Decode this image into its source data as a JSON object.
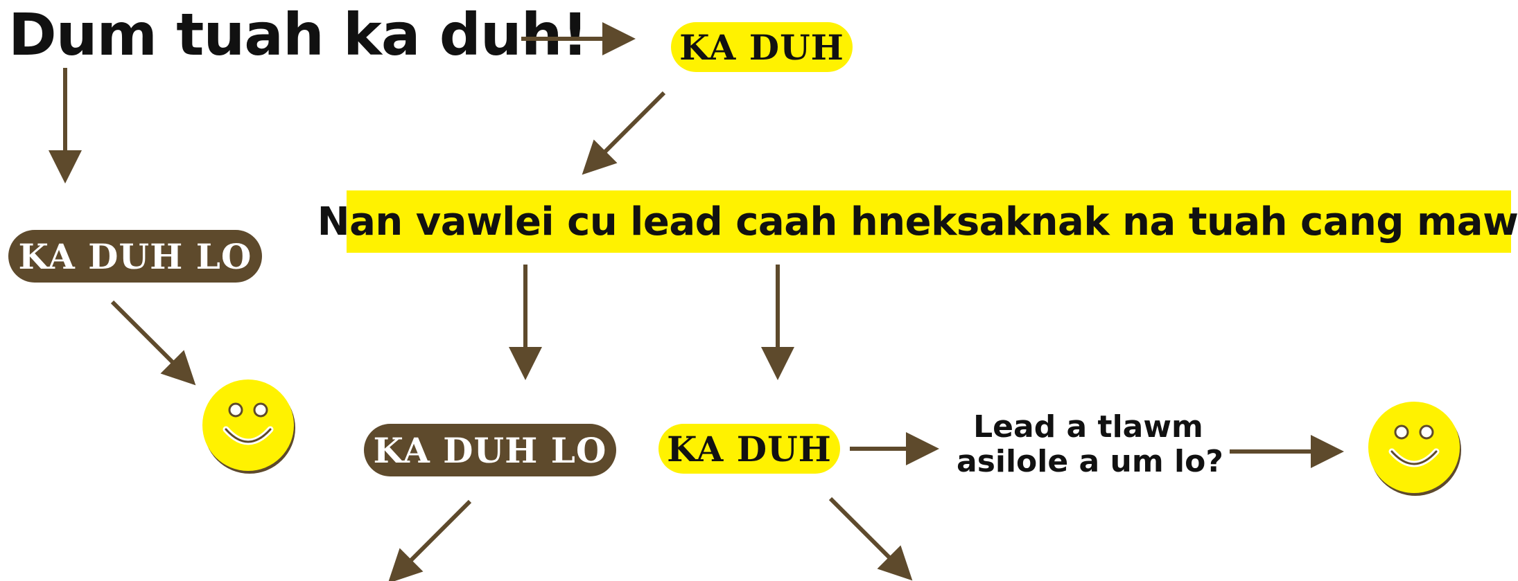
{
  "title": "Dum tuah ka duh!",
  "question": "Nan vawlei cu lead caah hneksaknak na tuah cang maw?",
  "side_question": {
    "line1": "Lead a tlawm",
    "line2": "asilole a um lo?"
  },
  "labels": {
    "ka_duh_top": "KA DUH",
    "ka_duh_lo_left": "KA DUH LO",
    "ka_duh_lo_mid": "KA DUH LO",
    "ka_duh_mid": "KA DUH"
  },
  "colors": {
    "arrow": "#5e4a2c",
    "yellow": "#fff200",
    "brown": "#5e4a2c",
    "smiley_face": "#fff200",
    "smiley_shadow": "#5e4a2c"
  },
  "icons": [
    "smiley-icon",
    "smiley-icon"
  ]
}
